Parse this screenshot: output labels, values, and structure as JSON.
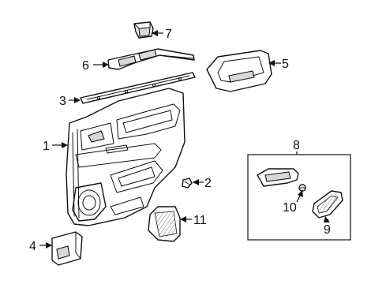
{
  "callouts": {
    "c1": "1",
    "c2": "2",
    "c3": "3",
    "c4": "4",
    "c5": "5",
    "c6": "6",
    "c7": "7",
    "c8": "8",
    "c9": "9",
    "c10": "10",
    "c11": "11"
  },
  "colors": {
    "line": "#111111",
    "background": "#ffffff",
    "shade": "#d8d8d8"
  }
}
